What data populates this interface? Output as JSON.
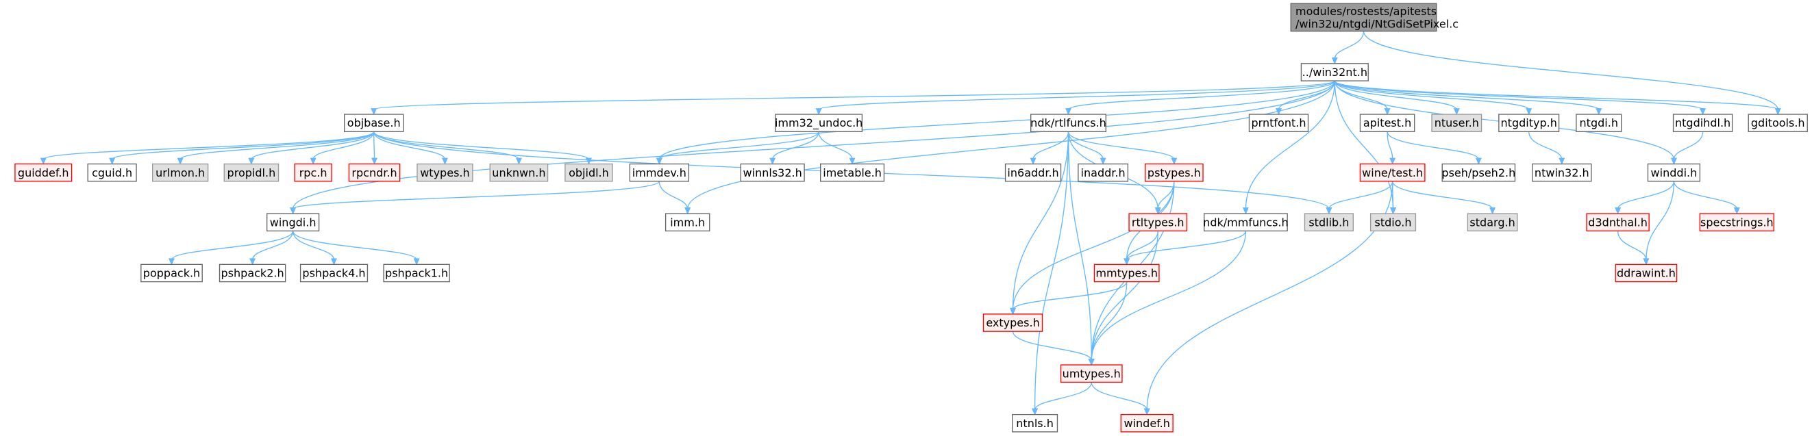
{
  "title": "modules/rostests/apitests/win32u/ntgdi/NtGdiSetPixel.c",
  "colors": {
    "edge": "#63b8ff",
    "node_border": "#666666",
    "node_fill": "#ffffff",
    "red_border": "#ff0000",
    "red_fill": "#fff0f0",
    "gray_border": "#999999",
    "gray_fill": "#e0e0e0",
    "root_fill": "#999999"
  },
  "nodes": [
    {
      "id": "root",
      "label": [
        "modules/rostests/apitests",
        "/win32u/ntgdi/NtGdiSetPixel.c"
      ],
      "style": "root"
    },
    {
      "id": "win32nt",
      "label": "../win32nt.h",
      "style": "normal"
    },
    {
      "id": "objbase",
      "label": "objbase.h",
      "style": "normal"
    },
    {
      "id": "imm32_undoc",
      "label": "imm32_undoc.h",
      "style": "normal"
    },
    {
      "id": "rtlfuncs",
      "label": "ndk/rtlfuncs.h",
      "style": "normal"
    },
    {
      "id": "prntfont",
      "label": "prntfont.h",
      "style": "normal"
    },
    {
      "id": "apitest",
      "label": "apitest.h",
      "style": "normal"
    },
    {
      "id": "ntuser",
      "label": "ntuser.h",
      "style": "gray"
    },
    {
      "id": "ntgdityp",
      "label": "ntgdityp.h",
      "style": "normal"
    },
    {
      "id": "ntgdi",
      "label": "ntgdi.h",
      "style": "normal"
    },
    {
      "id": "ntgdihdl",
      "label": "ntgdihdl.h",
      "style": "normal"
    },
    {
      "id": "gditools",
      "label": "gditools.h",
      "style": "normal"
    },
    {
      "id": "guiddef",
      "label": "guiddef.h",
      "style": "red"
    },
    {
      "id": "cguid",
      "label": "cguid.h",
      "style": "normal"
    },
    {
      "id": "urlmon",
      "label": "urlmon.h",
      "style": "gray"
    },
    {
      "id": "propidl",
      "label": "propidl.h",
      "style": "gray"
    },
    {
      "id": "rpc",
      "label": "rpc.h",
      "style": "red"
    },
    {
      "id": "rpcndr",
      "label": "rpcndr.h",
      "style": "red"
    },
    {
      "id": "wtypes",
      "label": "wtypes.h",
      "style": "gray"
    },
    {
      "id": "unknwn",
      "label": "unknwn.h",
      "style": "gray"
    },
    {
      "id": "objidl",
      "label": "objidl.h",
      "style": "gray"
    },
    {
      "id": "immdev",
      "label": "immdev.h",
      "style": "normal"
    },
    {
      "id": "winnls32",
      "label": "winnls32.h",
      "style": "normal"
    },
    {
      "id": "imetable",
      "label": "imetable.h",
      "style": "normal"
    },
    {
      "id": "in6addr",
      "label": "in6addr.h",
      "style": "normal"
    },
    {
      "id": "inaddr",
      "label": "inaddr.h",
      "style": "normal"
    },
    {
      "id": "pstypes",
      "label": "pstypes.h",
      "style": "red"
    },
    {
      "id": "winetest",
      "label": "wine/test.h",
      "style": "red"
    },
    {
      "id": "pseh2",
      "label": "pseh/pseh2.h",
      "style": "normal"
    },
    {
      "id": "ntwin32",
      "label": "ntwin32.h",
      "style": "normal"
    },
    {
      "id": "winddi",
      "label": "winddi.h",
      "style": "normal"
    },
    {
      "id": "wingdi",
      "label": "wingdi.h",
      "style": "normal"
    },
    {
      "id": "imm",
      "label": "imm.h",
      "style": "normal"
    },
    {
      "id": "rtltypes",
      "label": "rtltypes.h",
      "style": "red"
    },
    {
      "id": "mmfuncs",
      "label": "ndk/mmfuncs.h",
      "style": "normal"
    },
    {
      "id": "stdlib",
      "label": "stdlib.h",
      "style": "gray"
    },
    {
      "id": "stdio",
      "label": "stdio.h",
      "style": "gray"
    },
    {
      "id": "stdarg",
      "label": "stdarg.h",
      "style": "gray"
    },
    {
      "id": "d3dnthal",
      "label": "d3dnthal.h",
      "style": "red"
    },
    {
      "id": "specstrings",
      "label": "specstrings.h",
      "style": "red"
    },
    {
      "id": "poppack",
      "label": "poppack.h",
      "style": "normal"
    },
    {
      "id": "pshpack2",
      "label": "pshpack2.h",
      "style": "normal"
    },
    {
      "id": "pshpack4",
      "label": "pshpack4.h",
      "style": "normal"
    },
    {
      "id": "pshpack1",
      "label": "pshpack1.h",
      "style": "normal"
    },
    {
      "id": "mmtypes",
      "label": "mmtypes.h",
      "style": "red"
    },
    {
      "id": "ddrawint",
      "label": "ddrawint.h",
      "style": "red"
    },
    {
      "id": "extypes",
      "label": "extypes.h",
      "style": "red"
    },
    {
      "id": "umtypes",
      "label": "umtypes.h",
      "style": "red"
    },
    {
      "id": "ntnls",
      "label": "ntnls.h",
      "style": "normal"
    },
    {
      "id": "windef",
      "label": "windef.h",
      "style": "red"
    }
  ],
  "edges": [
    [
      "root",
      "win32nt"
    ],
    [
      "root",
      "gditools"
    ],
    [
      "win32nt",
      "objbase"
    ],
    [
      "win32nt",
      "wingdi"
    ],
    [
      "win32nt",
      "immdev"
    ],
    [
      "win32nt",
      "imm32_undoc"
    ],
    [
      "win32nt",
      "imm"
    ],
    [
      "win32nt",
      "rtlfuncs"
    ],
    [
      "win32nt",
      "mmfuncs"
    ],
    [
      "win32nt",
      "prntfont"
    ],
    [
      "win32nt",
      "stdio"
    ],
    [
      "win32nt",
      "apitest"
    ],
    [
      "win32nt",
      "ntuser"
    ],
    [
      "win32nt",
      "ntgdityp"
    ],
    [
      "win32nt",
      "ntgdi"
    ],
    [
      "win32nt",
      "ntgdihdl"
    ],
    [
      "win32nt",
      "gditools"
    ],
    [
      "win32nt",
      "winddi"
    ],
    [
      "objbase",
      "guiddef"
    ],
    [
      "objbase",
      "cguid"
    ],
    [
      "objbase",
      "urlmon"
    ],
    [
      "objbase",
      "propidl"
    ],
    [
      "objbase",
      "rpc"
    ],
    [
      "objbase",
      "rpcndr"
    ],
    [
      "objbase",
      "wtypes"
    ],
    [
      "objbase",
      "unknwn"
    ],
    [
      "objbase",
      "objidl"
    ],
    [
      "objbase",
      "stdlib"
    ],
    [
      "imm32_undoc",
      "immdev"
    ],
    [
      "imm32_undoc",
      "winnls32"
    ],
    [
      "imm32_undoc",
      "imetable"
    ],
    [
      "immdev",
      "wingdi"
    ],
    [
      "immdev",
      "imm"
    ],
    [
      "wingdi",
      "poppack"
    ],
    [
      "wingdi",
      "pshpack2"
    ],
    [
      "wingdi",
      "pshpack4"
    ],
    [
      "wingdi",
      "pshpack1"
    ],
    [
      "rtlfuncs",
      "in6addr"
    ],
    [
      "rtlfuncs",
      "inaddr"
    ],
    [
      "rtlfuncs",
      "pstypes"
    ],
    [
      "rtlfuncs",
      "rtltypes"
    ],
    [
      "rtlfuncs",
      "extypes"
    ],
    [
      "rtlfuncs",
      "umtypes"
    ],
    [
      "rtlfuncs",
      "ntnls"
    ],
    [
      "pstypes",
      "rtltypes"
    ],
    [
      "pstypes",
      "mmtypes"
    ],
    [
      "pstypes",
      "extypes"
    ],
    [
      "pstypes",
      "umtypes"
    ],
    [
      "rtltypes",
      "mmtypes"
    ],
    [
      "rtltypes",
      "umtypes"
    ],
    [
      "mmfuncs",
      "mmtypes"
    ],
    [
      "mmfuncs",
      "umtypes"
    ],
    [
      "mmtypes",
      "extypes"
    ],
    [
      "mmtypes",
      "umtypes"
    ],
    [
      "extypes",
      "umtypes"
    ],
    [
      "umtypes",
      "ntnls"
    ],
    [
      "umtypes",
      "windef"
    ],
    [
      "apitest",
      "winetest"
    ],
    [
      "apitest",
      "pseh2"
    ],
    [
      "winetest",
      "stdlib"
    ],
    [
      "winetest",
      "stdio"
    ],
    [
      "winetest",
      "stdarg"
    ],
    [
      "winetest",
      "windef"
    ],
    [
      "ntgdityp",
      "ntwin32"
    ],
    [
      "ntgdihdl",
      "winddi"
    ],
    [
      "winddi",
      "d3dnthal"
    ],
    [
      "winddi",
      "ddrawint"
    ],
    [
      "winddi",
      "specstrings"
    ],
    [
      "d3dnthal",
      "ddrawint"
    ]
  ]
}
